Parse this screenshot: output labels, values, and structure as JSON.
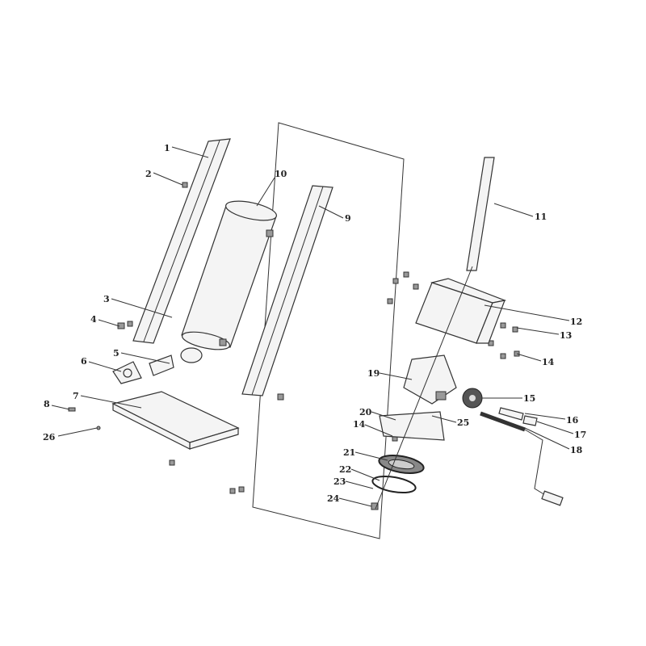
{
  "title": "Exploded parts diagram",
  "labels": {
    "p1": "1",
    "p2": "2",
    "p3": "3",
    "p4": "4",
    "p5": "5",
    "p6": "6",
    "p7": "7",
    "p8": "8",
    "p9": "9",
    "p10": "10",
    "p11": "11",
    "p12": "12",
    "p13": "13",
    "p14a": "14",
    "p14b": "14",
    "p15": "15",
    "p16": "16",
    "p17": "17",
    "p18": "18",
    "p19": "19",
    "p20": "20",
    "p21": "21",
    "p22": "22",
    "p23": "23",
    "p24": "24",
    "p25": "25",
    "p26": "26"
  }
}
